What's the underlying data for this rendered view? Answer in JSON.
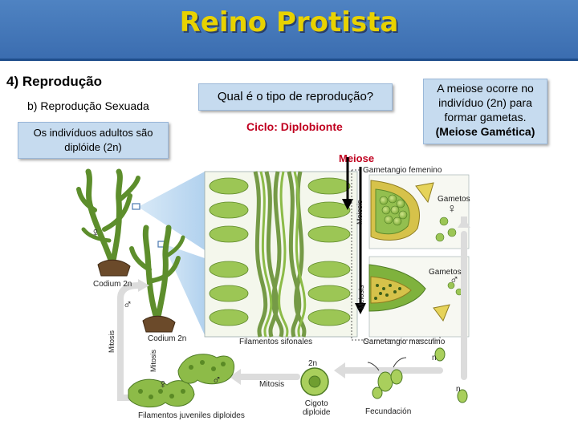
{
  "slide": {
    "title": "Reino Protista",
    "section": "4)  Reprodução",
    "subsection": "b) Reprodução Sexuada",
    "adult_note": "Os indivíduos adultos são diplóide (2n)",
    "question": "Qual é o tipo de reprodução?",
    "cycle": "Ciclo: Diplobionte",
    "meiosis_label": "Meiose",
    "meiosis_note_lines": [
      "A meiose ocorre no",
      "indivíduo (2n) para",
      "formar gametas."
    ],
    "meiosis_note_bold": "(Meiose Gamética)"
  },
  "diagram": {
    "labels": {
      "gametangio_femenino": "Gametangio femenino",
      "gametangio_masculino": "Gametangio masculino",
      "gametos_1": "Gametos",
      "gametos_2": "Gametos",
      "meiosis_1": "Meiosis",
      "meiosis_2": "Meiosis",
      "mitosis_main": "Mitosis",
      "mitosis_left": "Mitosis",
      "mitosis_mid": "Mitosis",
      "codium_1": "Codium 2n",
      "codium_2": "Codium 2n",
      "filamentos_sifonales": "Filamentos sifonales",
      "filamentos_juveniles": "Filamentos juveniles diploides",
      "cigoto_line1": "Cigoto",
      "cigoto_line2": "diploide",
      "fecundacion": "Fecundación",
      "two_n": "2n",
      "n_1": "n",
      "n_2": "n"
    },
    "symbols": {
      "female": "♀",
      "male": "♂"
    }
  }
}
